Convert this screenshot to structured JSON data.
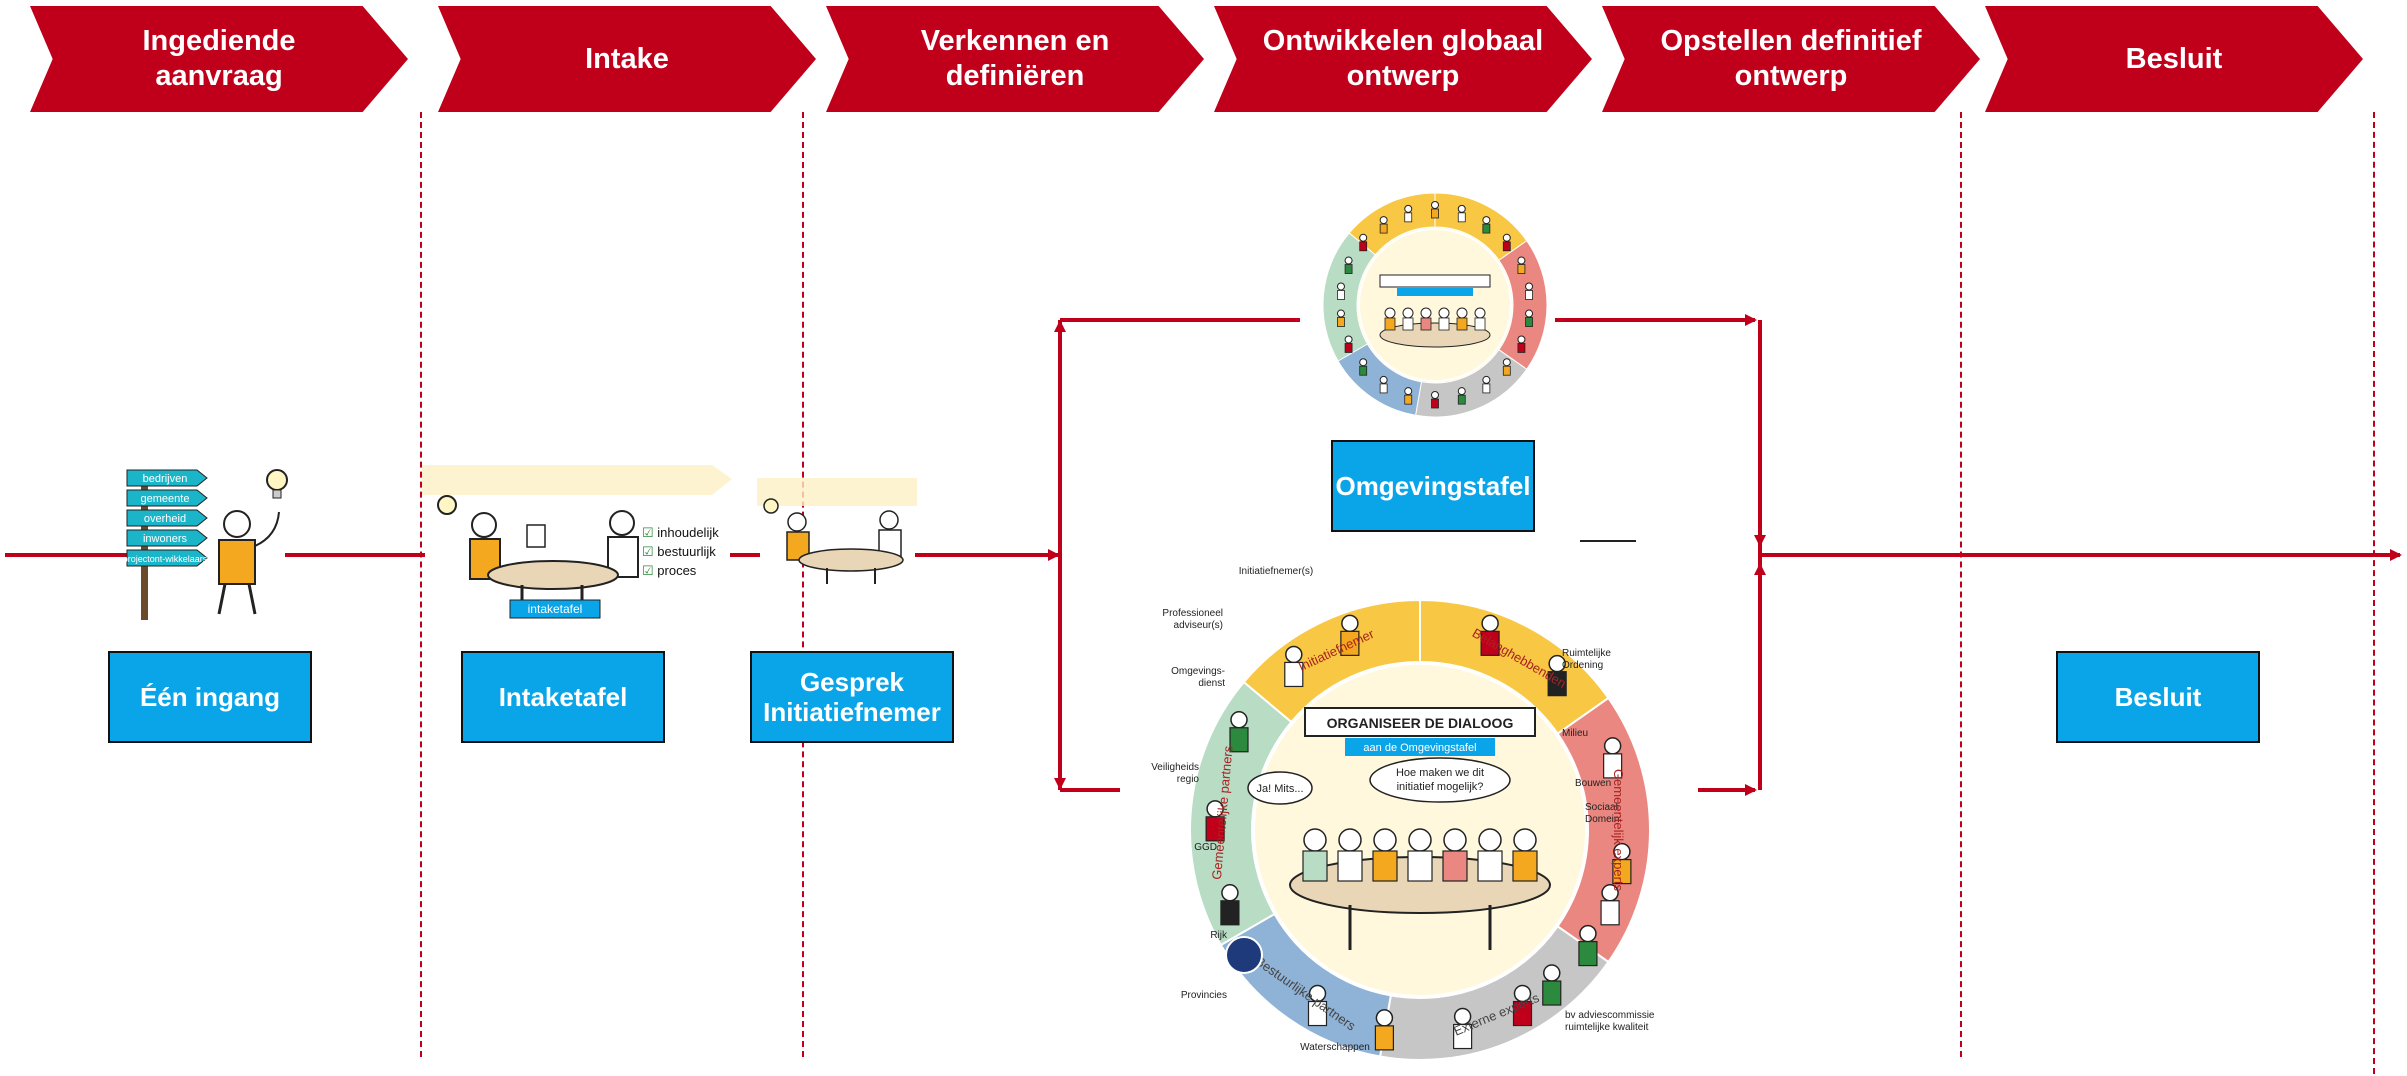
{
  "phases": [
    {
      "label": "Ingediende\naanvraag"
    },
    {
      "label": "Intake"
    },
    {
      "label": "Verkennen en\ndefiniëren"
    },
    {
      "label": "Ontwikkelen globaal\nontwerp"
    },
    {
      "label": "Opstellen definitief\nontwerp"
    },
    {
      "label": "Besluit"
    }
  ],
  "boxes": {
    "een_ingang": "Één ingang",
    "intaketafel": "Intaketafel",
    "gesprek": "Gesprek\nInitiatiefnemer",
    "omgevingstafel": "Omgevingstafel",
    "besluit": "Besluit"
  },
  "signpost": {
    "signs": [
      "bedrijven",
      "gemeente",
      "overheid",
      "inwoners",
      "projectont-\nwikkelaars"
    ]
  },
  "intake_table": {
    "label": "intaketafel",
    "checklist": [
      "inhoudelijk",
      "bestuurlijk",
      "proces"
    ]
  },
  "dialog_wheel": {
    "banner_title": "ORGANISEER DE DIALOOG",
    "banner_sub": "aan de Omgevingstafel",
    "speech_left": "Ja! Mits...",
    "speech_right": "Hoe maken we dit\ninitiatief mogelijk?",
    "segments": [
      "Initiatiefnemer",
      "Belanghebbenden",
      "Gemeentelijk experts",
      "Externe experts",
      "Bestuurlijke partners",
      "Gemeentelijke partners"
    ],
    "people": [
      "Initiatiefnemer(s)",
      "Professioneel\nadviseur(s)",
      "Omgevings-\ndienst",
      "Veiligheids\nregio",
      "GGD",
      "Rijk",
      "Provincies",
      "Waterschappen",
      "bv adviescommissie\nruimtelijke kwaliteit",
      "Ruimtelijke\nOrdening",
      "Milieu",
      "Bouwen",
      "Sociaal\nDomein"
    ]
  },
  "colors": {
    "brand_red": "#c0001b",
    "box_blue": "#0aa5e8",
    "wheel_yellow": "#f8c744",
    "wheel_salmon": "#e98780",
    "wheel_gray": "#c6c6c6",
    "wheel_blue": "#8fb3d6",
    "wheel_green": "#b8dcc4"
  }
}
